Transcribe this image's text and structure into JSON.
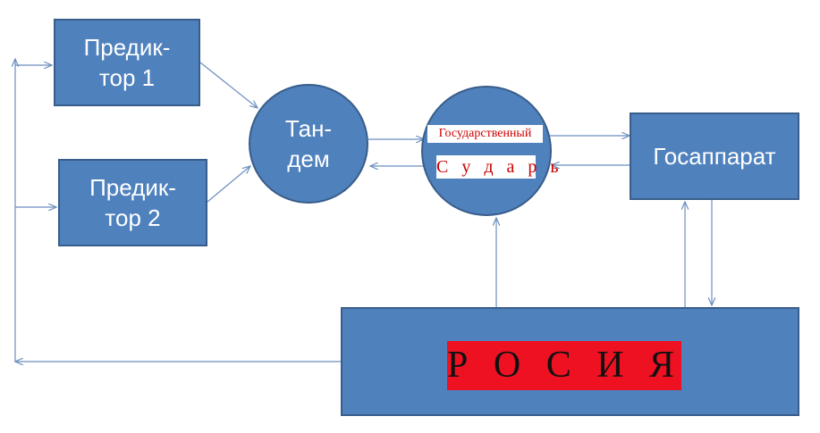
{
  "nodes": {
    "predictor1": {
      "line1": "Предик-",
      "line2": "тор 1"
    },
    "predictor2": {
      "line1": "Предик-",
      "line2": "тор 2"
    },
    "tandem": {
      "line1": "Тан-",
      "line2": "дем"
    },
    "state": {
      "line1": "Государственный",
      "line2": "С у д а р ь"
    },
    "gosapparat": {
      "label": "Госаппарат"
    },
    "russia": {
      "label": "Р О С И Я"
    }
  },
  "colors": {
    "node_fill": "#4f81bd",
    "node_border": "#385d8a",
    "connector": "#6c8ebf",
    "state_text": "#cc0000",
    "russia_banner": "#ee1122"
  }
}
